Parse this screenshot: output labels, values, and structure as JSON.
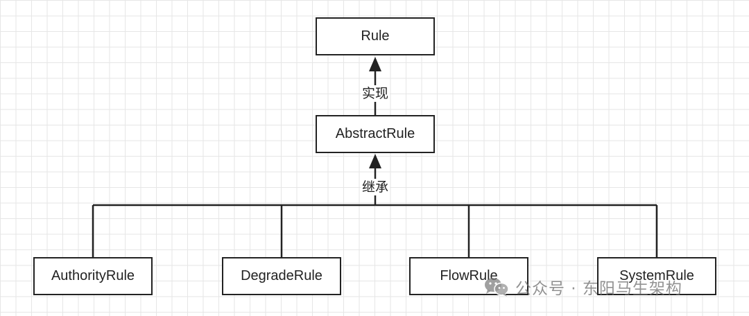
{
  "diagram": {
    "nodes": {
      "rule": "Rule",
      "abstract_rule": "AbstractRule",
      "authority_rule": "AuthorityRule",
      "degrade_rule": "DegradeRule",
      "flow_rule": "FlowRule",
      "system_rule": "SystemRule"
    },
    "edges": {
      "implements_label": "实现",
      "inherits_label": "继承"
    }
  },
  "watermark": {
    "icon": "wechat-icon",
    "text": "公众号 · 东阳马生架构"
  }
}
